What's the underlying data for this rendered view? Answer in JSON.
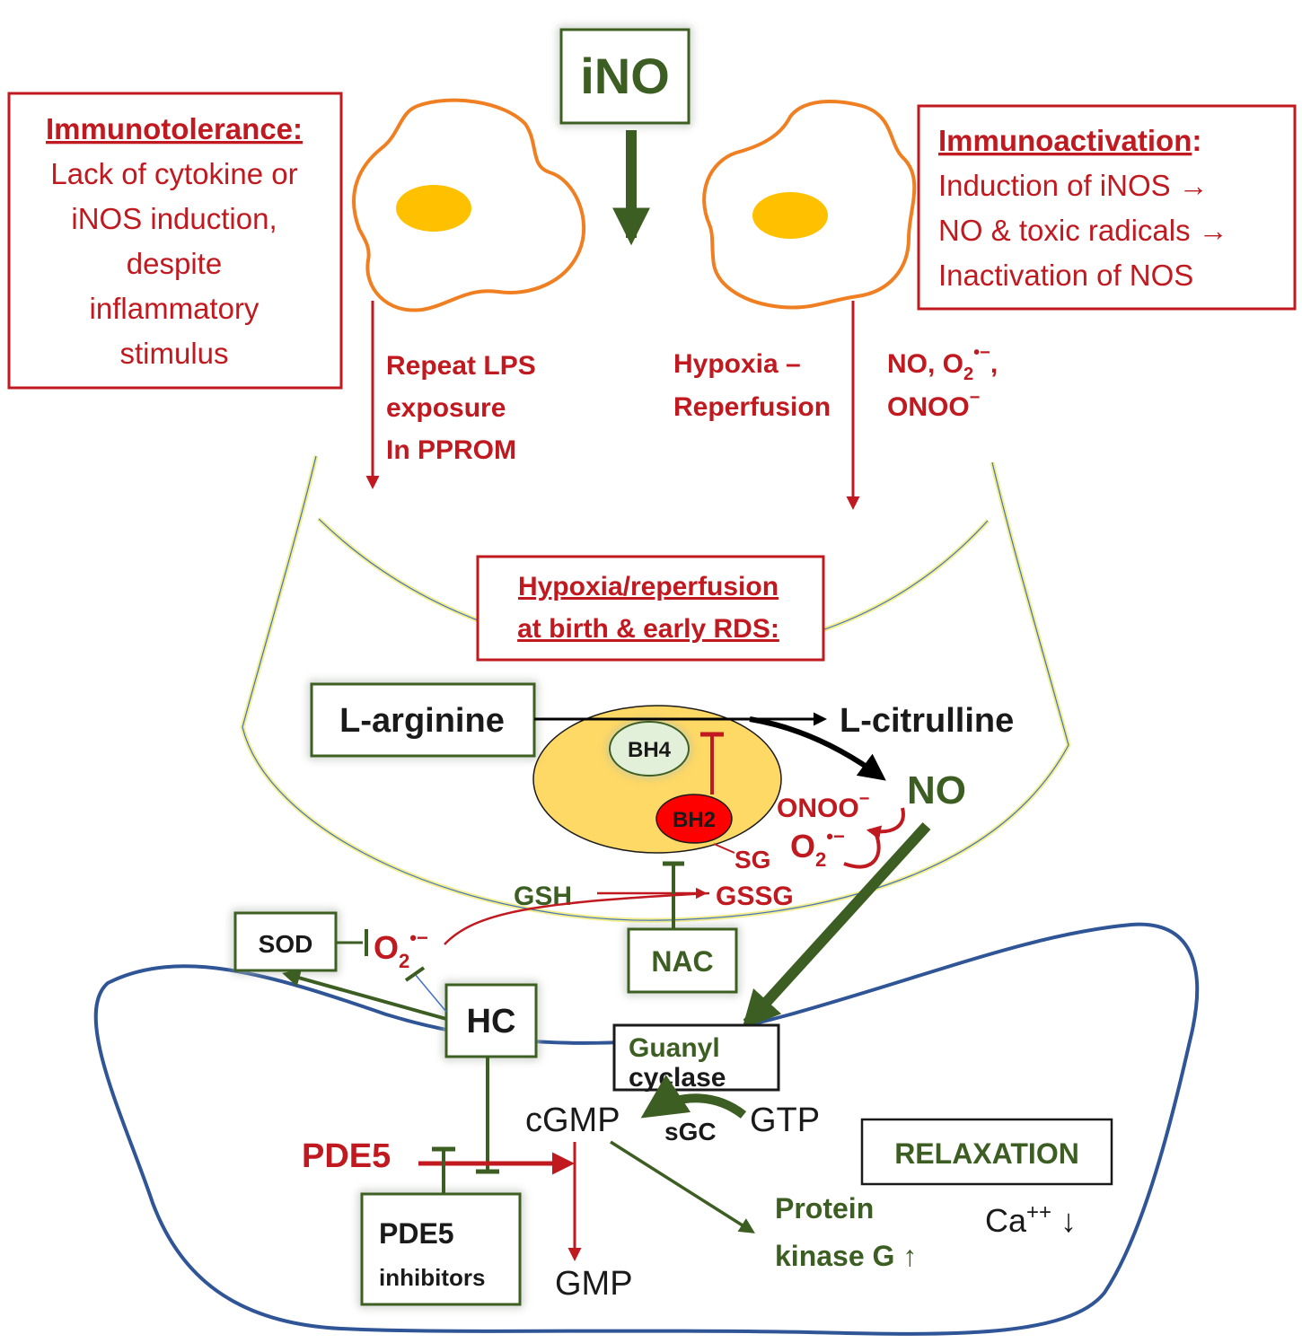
{
  "top": {
    "ino": "iNO"
  },
  "immunotolerance": {
    "title": "Immunotolerance:",
    "lines": [
      "Lack of cytokine or",
      "iNOS induction,",
      "despite",
      "inflammatory",
      "stimulus"
    ]
  },
  "immunoactivation": {
    "title": "Immunoactivation",
    "title_colon": ":",
    "lines": [
      "Induction of iNOS →",
      "NO & toxic radicals →",
      "Inactivation of NOS"
    ]
  },
  "arrows_labels": {
    "lps": [
      "Repeat LPS",
      "exposure",
      "In PPROM"
    ],
    "hypoxia": [
      "Hypoxia –",
      "Reperfusion"
    ],
    "radicals_line1": "NO, O",
    "radicals_line2": "ONOO"
  },
  "alveolus": {
    "title_line1": "Hypoxia/reperfusion",
    "title_line2": "at birth & early RDS:",
    "l_arginine": "L-arginine",
    "l_citrulline": "L-citrulline",
    "no": "NO",
    "bh4": "BH4",
    "bh2": "BH2",
    "onoo": "ONOO",
    "o2": "O",
    "sg": "SG",
    "gsh": "GSH",
    "gssg": "GSSG",
    "nac": "NAC"
  },
  "smooth_muscle": {
    "sod": "SOD",
    "o2": "O",
    "hc": "HC",
    "guanyl": "Guanyl",
    "cyclase": "cyclase",
    "cgmp": "cGMP",
    "sgc": "sGC",
    "gtp": "GTP",
    "relaxation": "RELAXATION",
    "pde5": "PDE5",
    "pde5_inhibitors_line1": "PDE5",
    "pde5_inhibitors_line2": "inhibitors",
    "gmp": "GMP",
    "pkg_line1": "Protein",
    "pkg_line2": "kinase G ↑",
    "ca": "Ca",
    "ca_sup": "++",
    "ca_arrow": "↓"
  },
  "colors": {
    "red": "#c0191f",
    "green": "#3d5e22",
    "orange": "#f07f22",
    "yolk": "#ffc000",
    "enzyme": "#ffd966",
    "membrane_blue": "#2f5597",
    "alveolus_yellow": "#f2ee8c"
  }
}
